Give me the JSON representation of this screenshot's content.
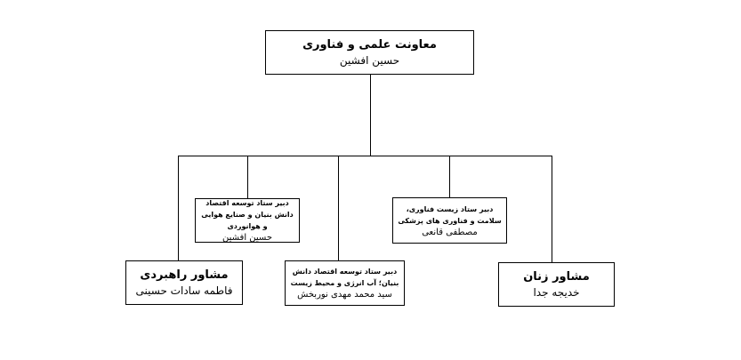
{
  "org_chart": {
    "root": {
      "title": "معاونت علمی و فناوری",
      "name": "حسین افشین"
    },
    "nodes": [
      {
        "title": "دبیر ستاد توسعه اقتصاد دانش بنیان و صنایع هوایی و هوانوردی",
        "name": "حسین افشین"
      },
      {
        "title": "دبیر ستاد زیست فناوری، سلامت و فناوری های پزشکی",
        "name": "مصطفی قانعی"
      },
      {
        "title": "مشاور راهبردی",
        "name": "فاطمه سادات حسینی"
      },
      {
        "title": "دبیر ستاد توسعه اقتصاد دانش بنیان؛ آب انرژی و محیط زیست",
        "name": "سید محمد مهدی نوربخش"
      },
      {
        "title": "مشاور زنان",
        "name": "خدیجه جدا"
      }
    ]
  }
}
